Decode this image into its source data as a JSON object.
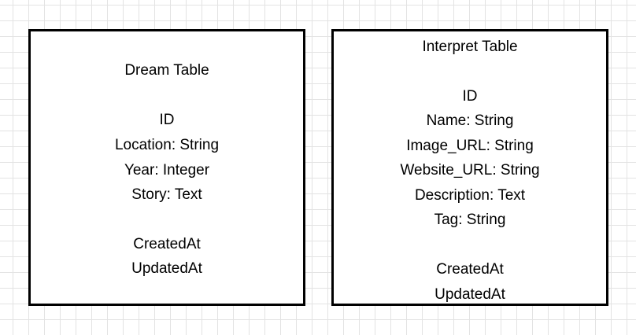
{
  "dream_table": {
    "title": "Dream Table",
    "fields": [
      "ID",
      "Location: String",
      "Year: Integer",
      "Story: Text"
    ],
    "timestamps": [
      "CreatedAt",
      "UpdatedAt"
    ]
  },
  "interpret_table": {
    "title": "Interpret Table",
    "fields": [
      "ID",
      "Name: String",
      "Image_URL: String",
      "Website_URL: String",
      "Description: Text",
      "Tag: String"
    ],
    "timestamps": [
      "CreatedAt",
      "UpdatedAt"
    ]
  },
  "colors": {
    "border": "#000000",
    "grid": "#e3e3e3",
    "background": "#ffffff"
  }
}
